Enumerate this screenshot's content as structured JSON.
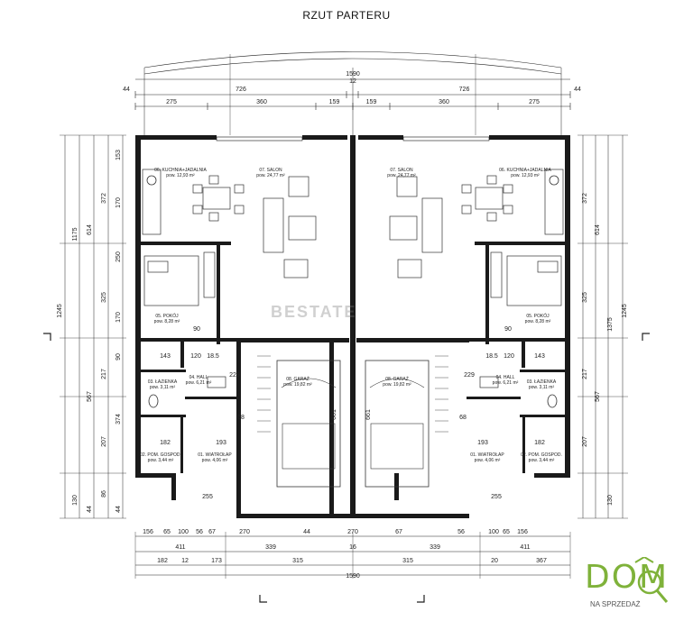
{
  "title": "RZUT PARTERU",
  "watermark": "BESTATE",
  "logo": {
    "main": "DOM",
    "sub": "NA SPRZEDAŻ",
    "color": "#7fb23a"
  },
  "dims_top_total": "1590",
  "dims_top_center": "12",
  "dims_top_row1": [
    "726",
    "44",
    "726",
    "44"
  ],
  "dims_top_row2": [
    "275",
    "360",
    "159",
    "159",
    "360",
    "275"
  ],
  "dims_bottom_row1": [
    "156",
    "65",
    "100",
    "56",
    "67",
    "270",
    "44",
    "270",
    "67",
    "56",
    "100",
    "65",
    "156"
  ],
  "dims_bottom_row2": [
    "411",
    "339",
    "16",
    "339",
    "411"
  ],
  "dims_bottom_row3": [
    "182",
    "12",
    "173",
    "315",
    "315",
    "20",
    "367"
  ],
  "dims_bottom_total": "1590",
  "dims_left_total": "1245",
  "dims_left_row1": [
    "1175",
    "130"
  ],
  "dims_left_row2": [
    "614",
    "567",
    "44"
  ],
  "dims_left_row3": [
    "372",
    "325",
    "217",
    "207",
    "86"
  ],
  "dims_left_row4": [
    "153",
    "170",
    "250",
    "170",
    "90",
    "374",
    "44"
  ],
  "dims_right_total": "1245",
  "dims_right_row1": [
    "1375",
    "130"
  ],
  "dims_right_row2": [
    "614",
    "567"
  ],
  "dims_right_row3": [
    "372",
    "325",
    "217",
    "207"
  ],
  "interior_dims_left": [
    "143",
    "120",
    "18.5",
    "90",
    "229",
    "68",
    "193",
    "182",
    "255"
  ],
  "interior_dims_right": [
    "143",
    "120",
    "18.5",
    "90",
    "229",
    "68",
    "193",
    "182",
    "255"
  ],
  "center_dims": [
    "661",
    "661"
  ],
  "rooms_left": [
    {
      "name": "06. KUCHNIA+JADALNIA",
      "area": "pow. 12,93 m²"
    },
    {
      "name": "07. SALON",
      "area": "pow. 24,77 m²"
    },
    {
      "name": "05. POKÓJ",
      "area": "pow. 8,28 m²"
    },
    {
      "name": "04. HALL",
      "area": "pow. 6,21 m²"
    },
    {
      "name": "03. ŁAZIENKA",
      "area": "pow. 3,11 m²"
    },
    {
      "name": "02. POM. GOSPOD.",
      "area": "pow. 3,44 m²"
    },
    {
      "name": "01. WIATROŁAP",
      "area": "pow. 4,06 m²"
    },
    {
      "name": "08. GARAŻ",
      "area": "pow. 19,82 m²"
    }
  ],
  "rooms_right": [
    {
      "name": "06. KUCHNIA+JADALNIA",
      "area": "pow. 12,93 m²"
    },
    {
      "name": "07. SALON",
      "area": "pow. 24,77 m²"
    },
    {
      "name": "05. POKÓJ",
      "area": "pow. 8,28 m²"
    },
    {
      "name": "04. HALL",
      "area": "pow. 6,21 m²"
    },
    {
      "name": "03. ŁAZIENKA",
      "area": "pow. 3,11 m²"
    },
    {
      "name": "02. POM. GOSPOD.",
      "area": "pow. 3,44 m²"
    },
    {
      "name": "01. WIATROŁAP",
      "area": "pow. 4,06 m²"
    },
    {
      "name": "08. GARAŻ",
      "area": "pow. 19,82 m²"
    }
  ]
}
